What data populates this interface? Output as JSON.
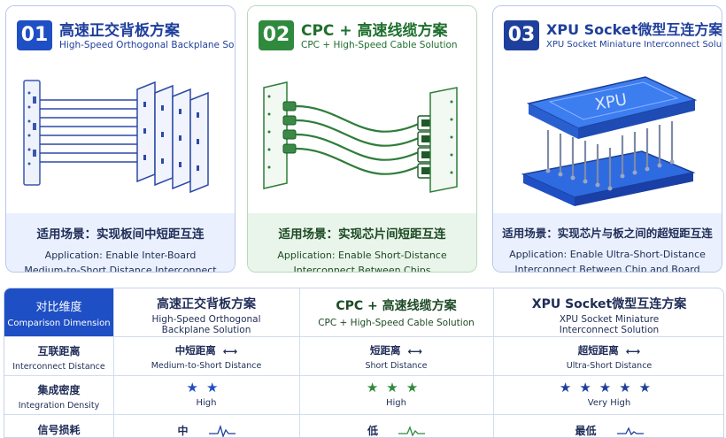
{
  "cards": [
    {
      "num": "01",
      "title": "高速正交背板方案",
      "subtitle": "High-Speed Orthogonal Backplane Solution",
      "app_cn": "适用场景：实现板间中短距互连",
      "app_en_1": "Application: Enable Inter-Board",
      "app_en_2": "Medium-to-Short Distance Interconnect",
      "accent": "#1f4fc4"
    },
    {
      "num": "02",
      "title": "CPC + 高速线缆方案",
      "subtitle": "CPC + High-Speed Cable Solution",
      "app_cn": "适用场景：实现芯片间短距互连",
      "app_en_1": "Application: Enable Short-Distance",
      "app_en_2": "Interconnect Between Chips",
      "accent": "#2f8a3e"
    },
    {
      "num": "03",
      "title": "XPU Socket微型互连方案",
      "subtitle": "XPU Socket Miniature Interconnect Solution",
      "app_cn": "适用场景：实现芯片与板之间的超短距互连",
      "app_en_1": "Application: Enable Ultra-Short-Distance",
      "app_en_2": "Interconnect Between Chip and Board",
      "accent": "#1f3f9c",
      "chip_label": "XPU"
    }
  ],
  "table": {
    "corner_cn": "对比维度",
    "corner_en": "Comparison Dimension",
    "cols": [
      {
        "cn": "高速正交背板方案",
        "en1": "High-Speed Orthogonal",
        "en2": "Backplane Solution"
      },
      {
        "cn": "CPC + 高速线缆方案",
        "en1": "CPC + High-Speed Cable Solution",
        "en2": ""
      },
      {
        "cn": "XPU Socket微型互连方案",
        "en1": "XPU Socket Miniature",
        "en2": "Interconnect Solution"
      }
    ],
    "rows": [
      {
        "cn": "互联距离",
        "en": "Interconnect Distance",
        "vals": [
          {
            "cn": "中短距离",
            "en": "Medium-to-Short Distance"
          },
          {
            "cn": "短距离",
            "en": "Short Distance"
          },
          {
            "cn": "超短距离",
            "en": "Ultra-Short Distance"
          }
        ]
      },
      {
        "cn": "集成密度",
        "en": "Integration Density",
        "vals": [
          {
            "stars": 2,
            "en": "High"
          },
          {
            "stars": 3,
            "en": "High"
          },
          {
            "stars": 5,
            "en": "Very High"
          }
        ]
      },
      {
        "cn": "信号损耗",
        "en": "",
        "vals": [
          {
            "cn": "中"
          },
          {
            "cn": "低"
          },
          {
            "cn": "最低"
          }
        ]
      }
    ]
  },
  "colors": {
    "blue": "#1f4fc4",
    "green": "#2f8a3e",
    "navy": "#1f3f9c",
    "star_blue": "#1f4fc4",
    "star_green": "#2f8a3e",
    "star_navy": "#1f3f9c"
  },
  "icons": [
    "double-arrow-icon",
    "signal-wave-icon",
    "star-icon"
  ]
}
